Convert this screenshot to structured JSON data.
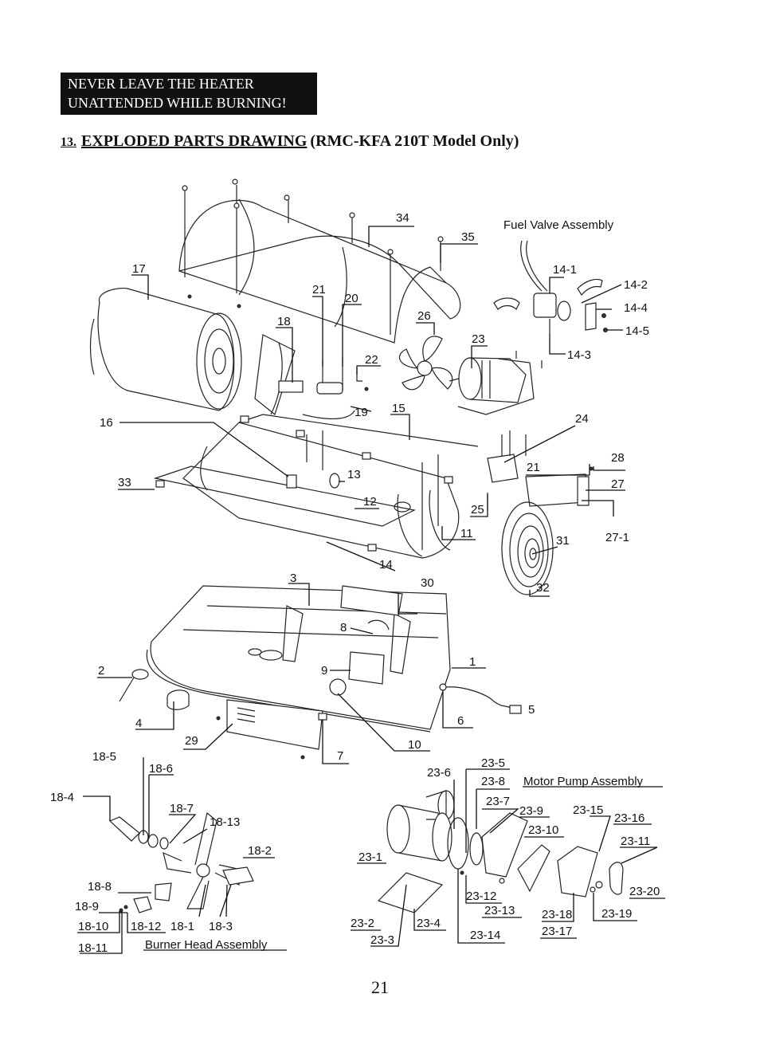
{
  "warning": {
    "line1": "NEVER LEAVE THE HEATER",
    "line2": "UNATTENDED WHILE BURNING!"
  },
  "heading": {
    "number": "13.",
    "title": "EXPLODED PARTS DRAWING",
    "model": "(RMC-KFA 210T  Model Only)"
  },
  "assemblies": {
    "fuel_valve": "Fuel Valve Assembly",
    "motor_pump": "Motor Pump Assembly",
    "burner_head": "Burner Head Assembly"
  },
  "part_labels": [
    "34",
    "35",
    "17",
    "21",
    "20",
    "18",
    "26",
    "23",
    "22",
    "19",
    "15",
    "16",
    "24",
    "13",
    "12",
    "25",
    "11",
    "33",
    "14",
    "3",
    "30",
    "31",
    "32",
    "8",
    "9",
    "1",
    "2",
    "4",
    "5",
    "6",
    "29",
    "7",
    "10",
    "14-1",
    "14-2",
    "14-4",
    "14-5",
    "14-3",
    "28",
    "27",
    "27-1",
    "21",
    "18-5",
    "18-6",
    "18-4",
    "18-7",
    "18-13",
    "18-2",
    "18-8",
    "18-9",
    "18-10",
    "18-12",
    "18-1",
    "18-3",
    "18-11",
    "23-5",
    "23-6",
    "23-8",
    "23-7",
    "23-9",
    "23-15",
    "23-16",
    "23-10",
    "23-11",
    "23-1",
    "23-20",
    "23-12",
    "23-13",
    "23-18",
    "23-19",
    "23-17",
    "23-2",
    "23-4",
    "23-14",
    "23-3"
  ],
  "page_number": "21"
}
